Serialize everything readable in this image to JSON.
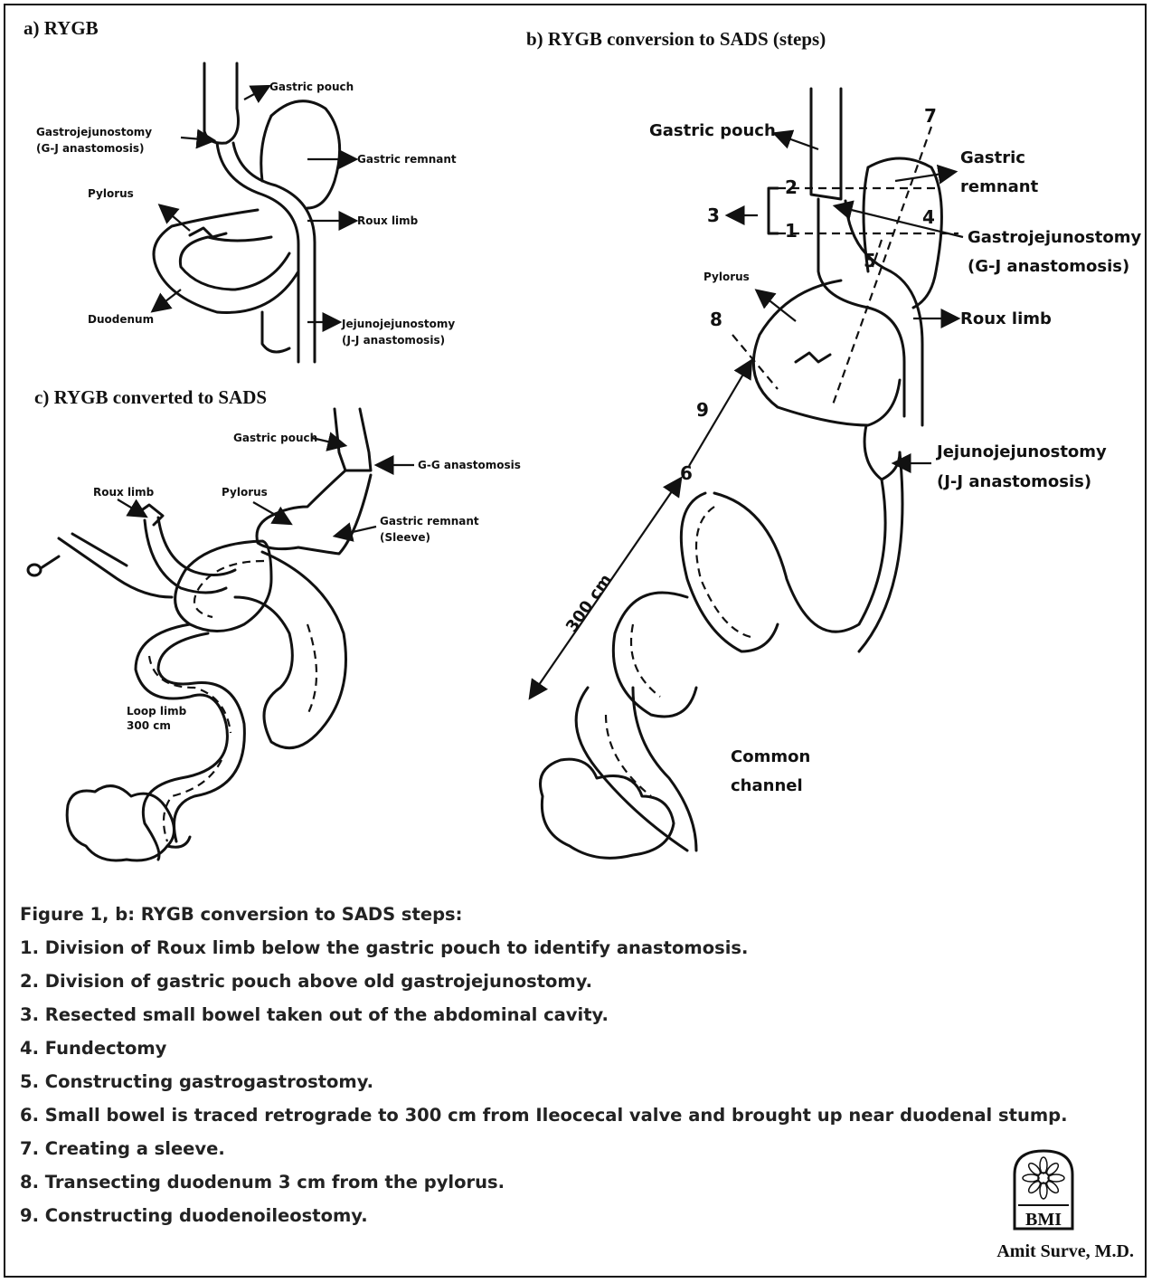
{
  "panels": {
    "a": {
      "title": "a) RYGB",
      "labels": {
        "gastric_pouch": "Gastric pouch",
        "gastrojejunostomy": "Gastrojejunostomy",
        "gj_anastomosis": "(G-J anastomosis)",
        "gastric_remnant": "Gastric remnant",
        "pylorus": "Pylorus",
        "roux_limb": "Roux limb",
        "duodenum": "Duodenum",
        "jejunojejunostomy": "Jejunojejunostomy",
        "jj_anastomosis": "(J-J anastomosis)"
      }
    },
    "b": {
      "title": "b) RYGB conversion  to SADS (steps)",
      "labels": {
        "gastric_pouch": "Gastric pouch",
        "gastric": "Gastric",
        "remnant": "remnant",
        "gastrojejunostomy": "Gastrojejunostomy",
        "gj_anastomosis": "(G-J anastomosis)",
        "pylorus": "Pylorus",
        "roux_limb": "Roux limb",
        "jejunojejunostomy": "Jejunojejunostomy",
        "jj_anastomosis": "(J-J anastomosis)",
        "length": "300 cm",
        "common": "Common",
        "channel": "channel"
      },
      "step_markers": [
        "1",
        "2",
        "3",
        "4",
        "5",
        "6",
        "7",
        "8",
        "9"
      ]
    },
    "c": {
      "title": "c) RYGB converted to SADS",
      "labels": {
        "gastric_pouch": "Gastric pouch",
        "gg_anastomosis": "G-G anastomosis",
        "roux_limb": "Roux limb",
        "pylorus": "Pylorus",
        "gastric_remnant": "Gastric remnant",
        "sleeve": "(Sleeve)",
        "loop_limb": "Loop limb",
        "loop_length": "300 cm"
      }
    }
  },
  "steps_caption": {
    "heading": "Figure 1, b: RYGB conversion to SADS steps:",
    "items": [
      "1. Division of Roux limb below the gastric pouch to identify anastomosis.",
      "2. Division of gastric pouch above old gastrojejunostomy.",
      "3. Resected small bowel taken out of the abdominal cavity.",
      "4. Fundectomy",
      "5. Constructing gastrogastrostomy.",
      "6. Small bowel is traced retrograde to 300 cm from Ileocecal valve and brought up near duodenal stump.",
      "7. Creating a sleeve.",
      "8. Transecting duodenum 3 cm from the pylorus.",
      "9. Constructing duodenoileostomy."
    ]
  },
  "logo": {
    "text": "BMI"
  },
  "author": "Amit Surve, M.D."
}
